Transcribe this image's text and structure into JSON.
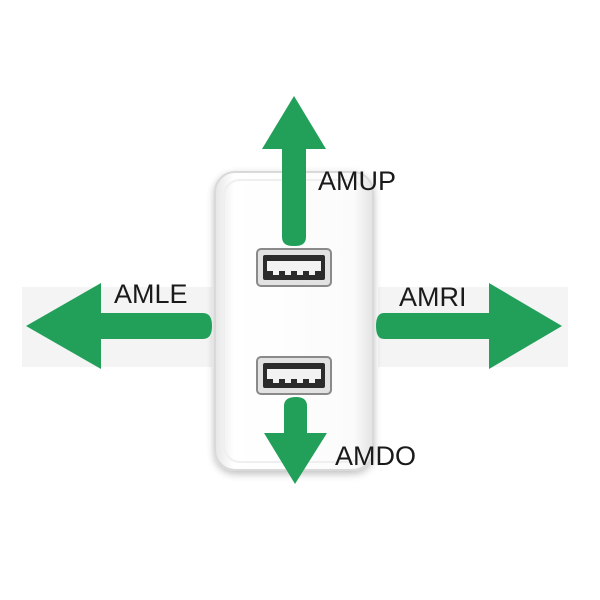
{
  "labels": {
    "up": "AMUP",
    "left": "AMLE",
    "right": "AMRI",
    "down": "AMDO"
  },
  "colors": {
    "arrow": "#22a05a",
    "charger_body": "#ffffff",
    "charger_edge": "#d9d9d9",
    "port_metal": "#dcdcdc",
    "port_dark": "#2b2b2b",
    "background": "#ffffff"
  },
  "icons": {
    "charger": "usb-wall-charger-icon",
    "port": "usb-a-port-icon"
  }
}
